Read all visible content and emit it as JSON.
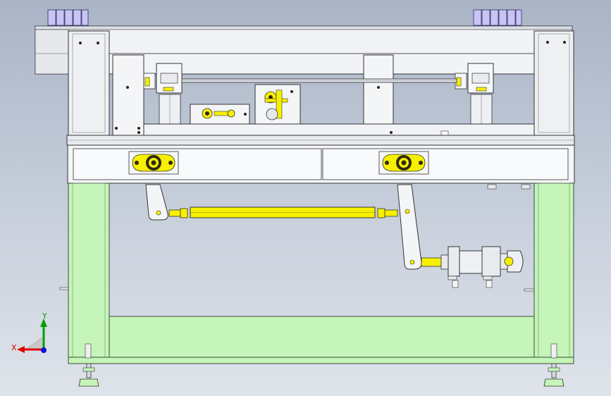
{
  "viewport": {
    "background_top": "#a9b4c6",
    "background_bottom": "#dfe3ea"
  },
  "colors": {
    "frame_green": "#c5f5b9",
    "frame_outline": "#3a4a3a",
    "steel": "#f2f3f6",
    "steel_dark": "#d7dae0",
    "accent_yellow": "#f7f000",
    "bearing_dark": "#2e2a10",
    "cylinder": "#e8eaee",
    "keys_purple": "#c8c4f4",
    "axis_x": "#e00000",
    "axis_y": "#00a000",
    "axis_z": "#1010e0"
  },
  "triad": {
    "x_label": "X",
    "y_label": "Y"
  },
  "parts": {
    "machine_frame": "machine-frame",
    "top_platform": "top-platform",
    "linear_shaft": "linear-shaft",
    "flange_bearing_left": "flange-bearing-left",
    "flange_bearing_right": "flange-bearing-right",
    "connecting_rod": "connecting-rod",
    "crank_arm_left": "crank-arm-left",
    "crank_arm_right": "crank-arm-right",
    "pneumatic_cylinder": "pneumatic-cylinder",
    "leveling_foot_left": "leveling-foot-left",
    "leveling_foot_right": "leveling-foot-right"
  }
}
